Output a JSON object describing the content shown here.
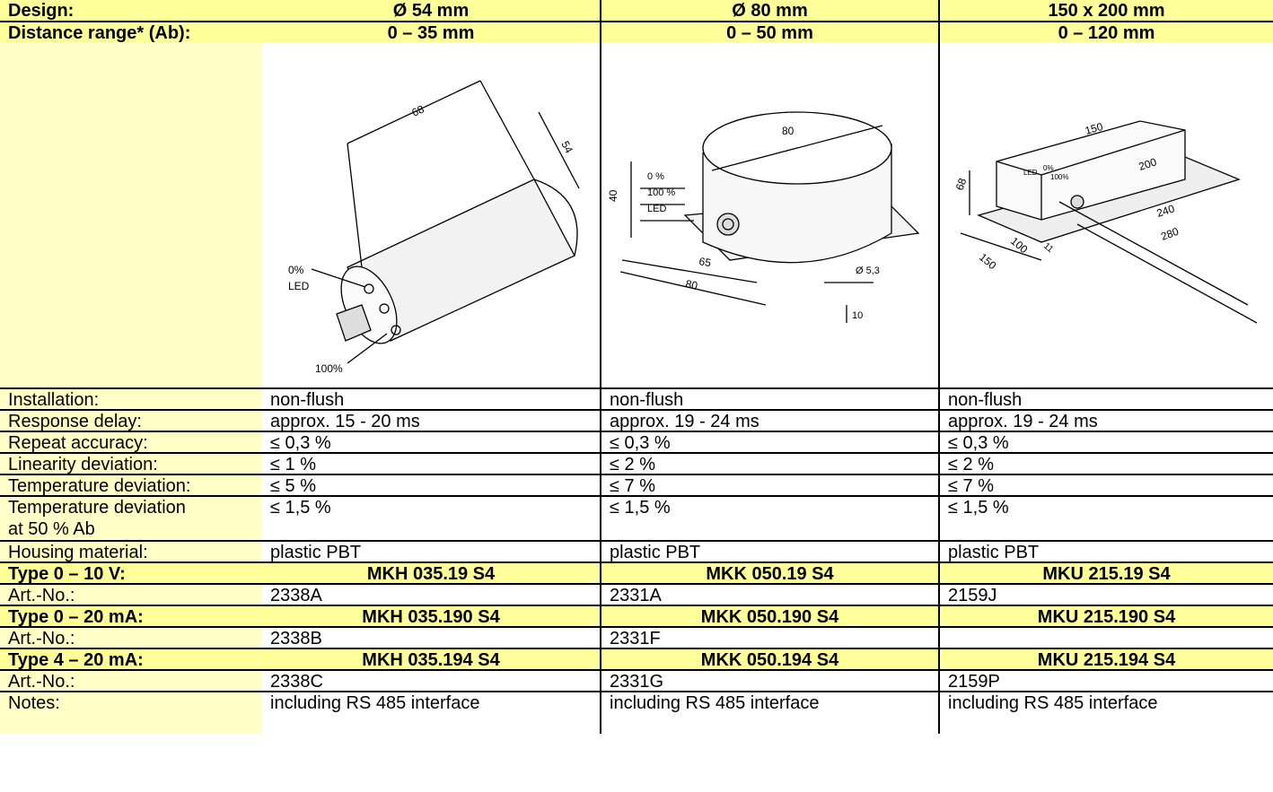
{
  "columns": [
    {
      "design": "Ø 54 mm",
      "range": "0 – 35 mm"
    },
    {
      "design": "Ø 80 mm",
      "range": "0 – 50 mm"
    },
    {
      "design": "150 x 200 mm",
      "range": "0 – 120 mm"
    }
  ],
  "header": {
    "design_label": "Design:",
    "range_label": "Distance range* (Ab):"
  },
  "drawings": {
    "d54": {
      "len": "68",
      "dia": "54",
      "zero": "0%",
      "led": "LED",
      "hundred": "100%"
    },
    "d80": {
      "dia": "80",
      "zero": "0 %",
      "hundred": "100 %",
      "led": "LED",
      "height": "40",
      "w65": "65",
      "w80": "80",
      "hole": "Ø 5,3",
      "base": "10"
    },
    "d150": {
      "h": "68",
      "w": "150",
      "l": "200",
      "l240": "240",
      "l280": "280",
      "w150": "150",
      "d100": "100",
      "d11": "11",
      "led": "LED",
      "zero": "0%",
      "hundred": "100%"
    }
  },
  "specs": [
    {
      "label": "Installation:",
      "values": [
        "non-flush",
        "non-flush",
        "non-flush"
      ]
    },
    {
      "label": "Response delay:",
      "values": [
        "approx. 15 - 20 ms",
        "approx. 19 - 24 ms",
        "approx. 19 - 24 ms"
      ]
    },
    {
      "label": "Repeat accuracy:",
      "values": [
        "≤ 0,3 %",
        "≤ 0,3 %",
        "≤ 0,3 %"
      ]
    },
    {
      "label": "Linearity deviation:",
      "values": [
        "≤ 1 %",
        "≤ 2 %",
        "≤ 2 %"
      ]
    },
    {
      "label": "Temperature deviation:",
      "values": [
        "≤ 5 %",
        "≤ 7 %",
        "≤ 7 %"
      ]
    },
    {
      "label_line1": "Temperature deviation",
      "label_line2": "at 50 % Ab",
      "values": [
        "≤ 1,5 %",
        "≤ 1,5 %",
        "≤ 1,5 %"
      ]
    },
    {
      "label": "Housing material:",
      "values": [
        "plastic PBT",
        "plastic PBT",
        "plastic PBT"
      ]
    }
  ],
  "types": [
    {
      "label": "Type 0 – 10 V:",
      "models": [
        "MKH 035.19 S4",
        "MKK 050.19 S4",
        "MKU 215.19 S4"
      ],
      "art_label": "Art.-No.:",
      "art": [
        "2338A",
        "2331A",
        "2159J"
      ]
    },
    {
      "label": "Type 0 – 20 mA:",
      "models": [
        "MKH 035.190 S4",
        "MKK 050.190 S4",
        "MKU 215.190 S4"
      ],
      "art_label": "Art.-No.:",
      "art": [
        "2338B",
        "2331F",
        ""
      ]
    },
    {
      "label": "Type 4 – 20 mA:",
      "models": [
        "MKH 035.194 S4",
        "MKK 050.194 S4",
        "MKU 215.194 S4"
      ],
      "art_label": "Art.-No.:",
      "art": [
        "2338C",
        "2331G",
        "2159P"
      ]
    }
  ],
  "notes": {
    "label": "Notes:",
    "values": [
      "including RS 485 interface",
      "including RS 485 interface",
      "including RS 485 interface"
    ]
  }
}
